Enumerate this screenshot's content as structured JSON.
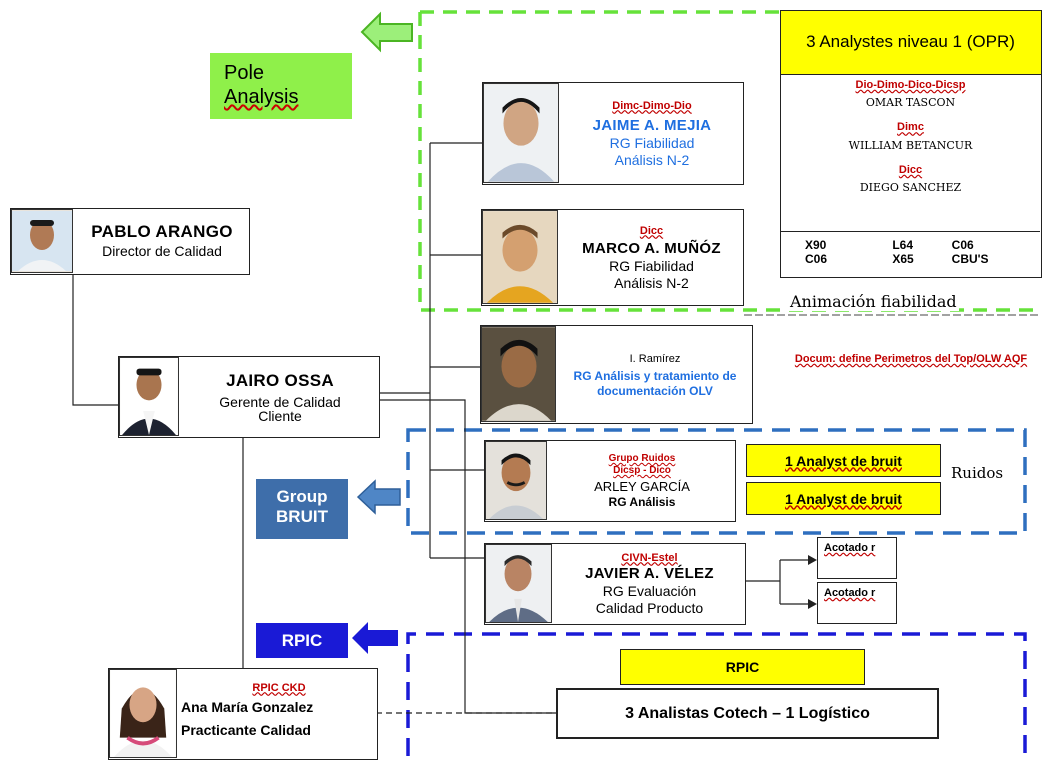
{
  "pole_analysis": {
    "label_line1": "Pole",
    "label_line2": "Analysis"
  },
  "analysts_l1": {
    "header": "3 Analystes niveau 1 (OPR)",
    "role1": "Dio-Dimo-Dico-Dicsp",
    "person1": "OMAR TASCON",
    "role2": "Dimc",
    "person2": "WILLIAM BETANCUR",
    "role3": "Dicc",
    "person3": "DIEGO SANCHEZ",
    "codes": [
      "X90",
      "L64",
      "C06",
      "C06",
      "X65",
      "CBU'S"
    ]
  },
  "animacion_label": "Animación fiabilidad",
  "pablo": {
    "name": "PABLO ARANGO",
    "title": "Director de Calidad"
  },
  "jairo": {
    "name": "JAIRO OSSA",
    "title1": "Gerente de Calidad",
    "title2": "Cliente"
  },
  "jaime": {
    "role": "Dimc-Dimo-Dio",
    "name": "JAIME A. MEJIA",
    "title1": "RG Fiabilidad",
    "title2": "Análisis N-2"
  },
  "marco": {
    "role": "Dicc",
    "name": "MARCO A. MUÑÓZ",
    "title1": "RG Fiabilidad",
    "title2": "Análisis N-2"
  },
  "ramirez": {
    "name": "I. Ramírez",
    "title": "RG Análisis y tratamiento de documentación OLV"
  },
  "docum_note": "Docum: define Perimetros del Top/OLW AQF",
  "arley": {
    "role1": "Grupo Ruidos",
    "role2": "Dicsp - Dico",
    "name": "ARLEY GARCÍA",
    "title": "RG Análisis"
  },
  "bruit": {
    "box1": "1 Analyst de bruit",
    "box2": "1 Analyst de bruit",
    "ruidos": "Ruidos"
  },
  "group_bruit": {
    "line1": "Group",
    "line2": "BRUIT"
  },
  "javier": {
    "role": "CIVN-Estel",
    "name": "JAVIER A. VÉLEZ",
    "title1": "RG Evaluación",
    "title2": "Calidad Producto"
  },
  "acotador": [
    "Acotado r",
    "Acotado r"
  ],
  "rpic_label": "RPIC",
  "rpic_box": "RPIC",
  "cotech": "3 Analistas Cotech – 1 Logístico",
  "ana": {
    "role": "RPIC CKD",
    "name": "Ana María Gonzalez",
    "title": "Practicante Calidad"
  },
  "colors": {
    "green_region": "#66e23a",
    "blue_region": "#2e6fbf",
    "rpic_region": "#1a1ad6",
    "yellow": "#ffff00",
    "role_red": "#c00000"
  }
}
